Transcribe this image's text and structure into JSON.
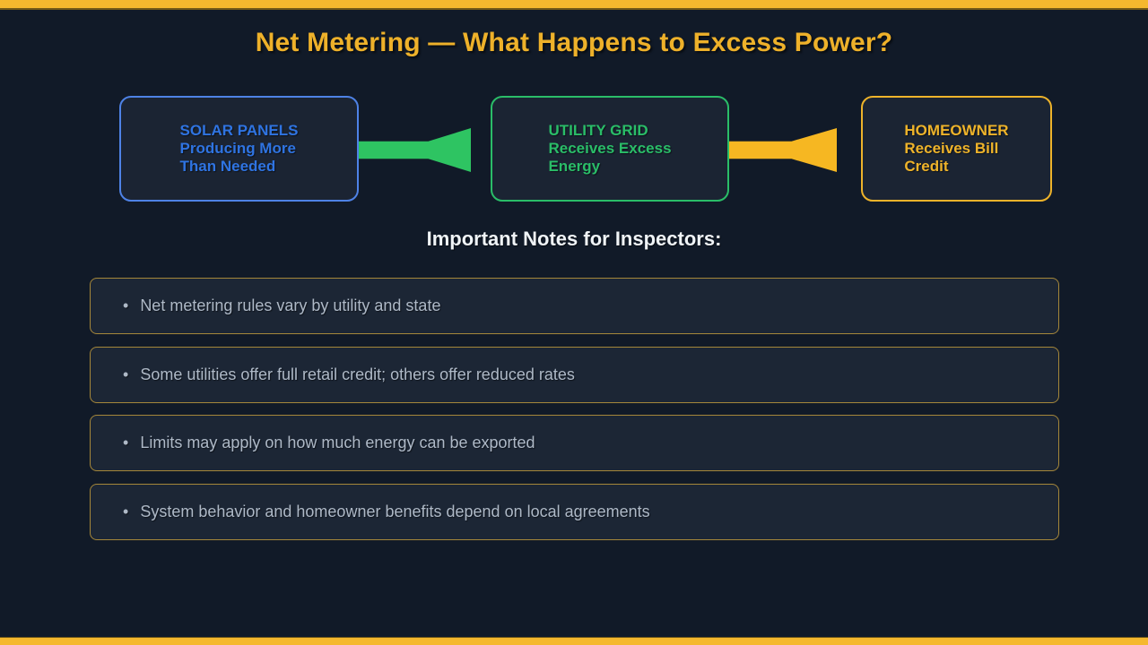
{
  "page": {
    "title": "Net Metering — What Happens to Excess Power?",
    "notes_heading": "Important Notes for Inspectors:"
  },
  "flow": {
    "nodes": [
      {
        "id": "solar-panels",
        "lines": [
          "SOLAR PANELS",
          "Producing More",
          "Than Needed"
        ],
        "color": "#2f74e2"
      },
      {
        "id": "utility-grid",
        "lines": [
          "UTILITY GRID",
          "Receives Excess",
          "Energy"
        ],
        "color": "#2abd68"
      },
      {
        "id": "homeowner",
        "lines": [
          "HOMEOWNER",
          "Receives Bill",
          "Credit"
        ],
        "color": "#eeb32a"
      }
    ],
    "arrows": [
      {
        "id": "solar-to-grid",
        "color": "#2ec462",
        "direction": "right"
      },
      {
        "id": "grid-to-homeowner",
        "color": "#f6b722",
        "direction": "right"
      }
    ]
  },
  "notes": {
    "bullet": "•",
    "items": [
      {
        "text": "Net metering rules vary by utility and state"
      },
      {
        "text": "Some utilities offer full retail credit; others offer reduced rates"
      },
      {
        "text": "Limits may apply on how much energy can be exported"
      },
      {
        "text": "System behavior and homeowner benefits depend on local agreements"
      }
    ]
  },
  "colors": {
    "page-bg": "#111a28",
    "bar-yellow": "#f5b82e",
    "title-gold": "#eeb12a",
    "accent-blue": "#4e82e6",
    "accent-blue-text": "#2f74e2",
    "accent-green": "#2abd68",
    "accent-gold": "#eeb32a",
    "arrow-green": "#2ec462",
    "arrow-yellow": "#f6b722",
    "node-fill": "#1b2433",
    "note-fill": "#1c2635",
    "note-border": "#a5873a",
    "note-text": "#aeb9c7",
    "heading-white": "#f0f4f7"
  }
}
